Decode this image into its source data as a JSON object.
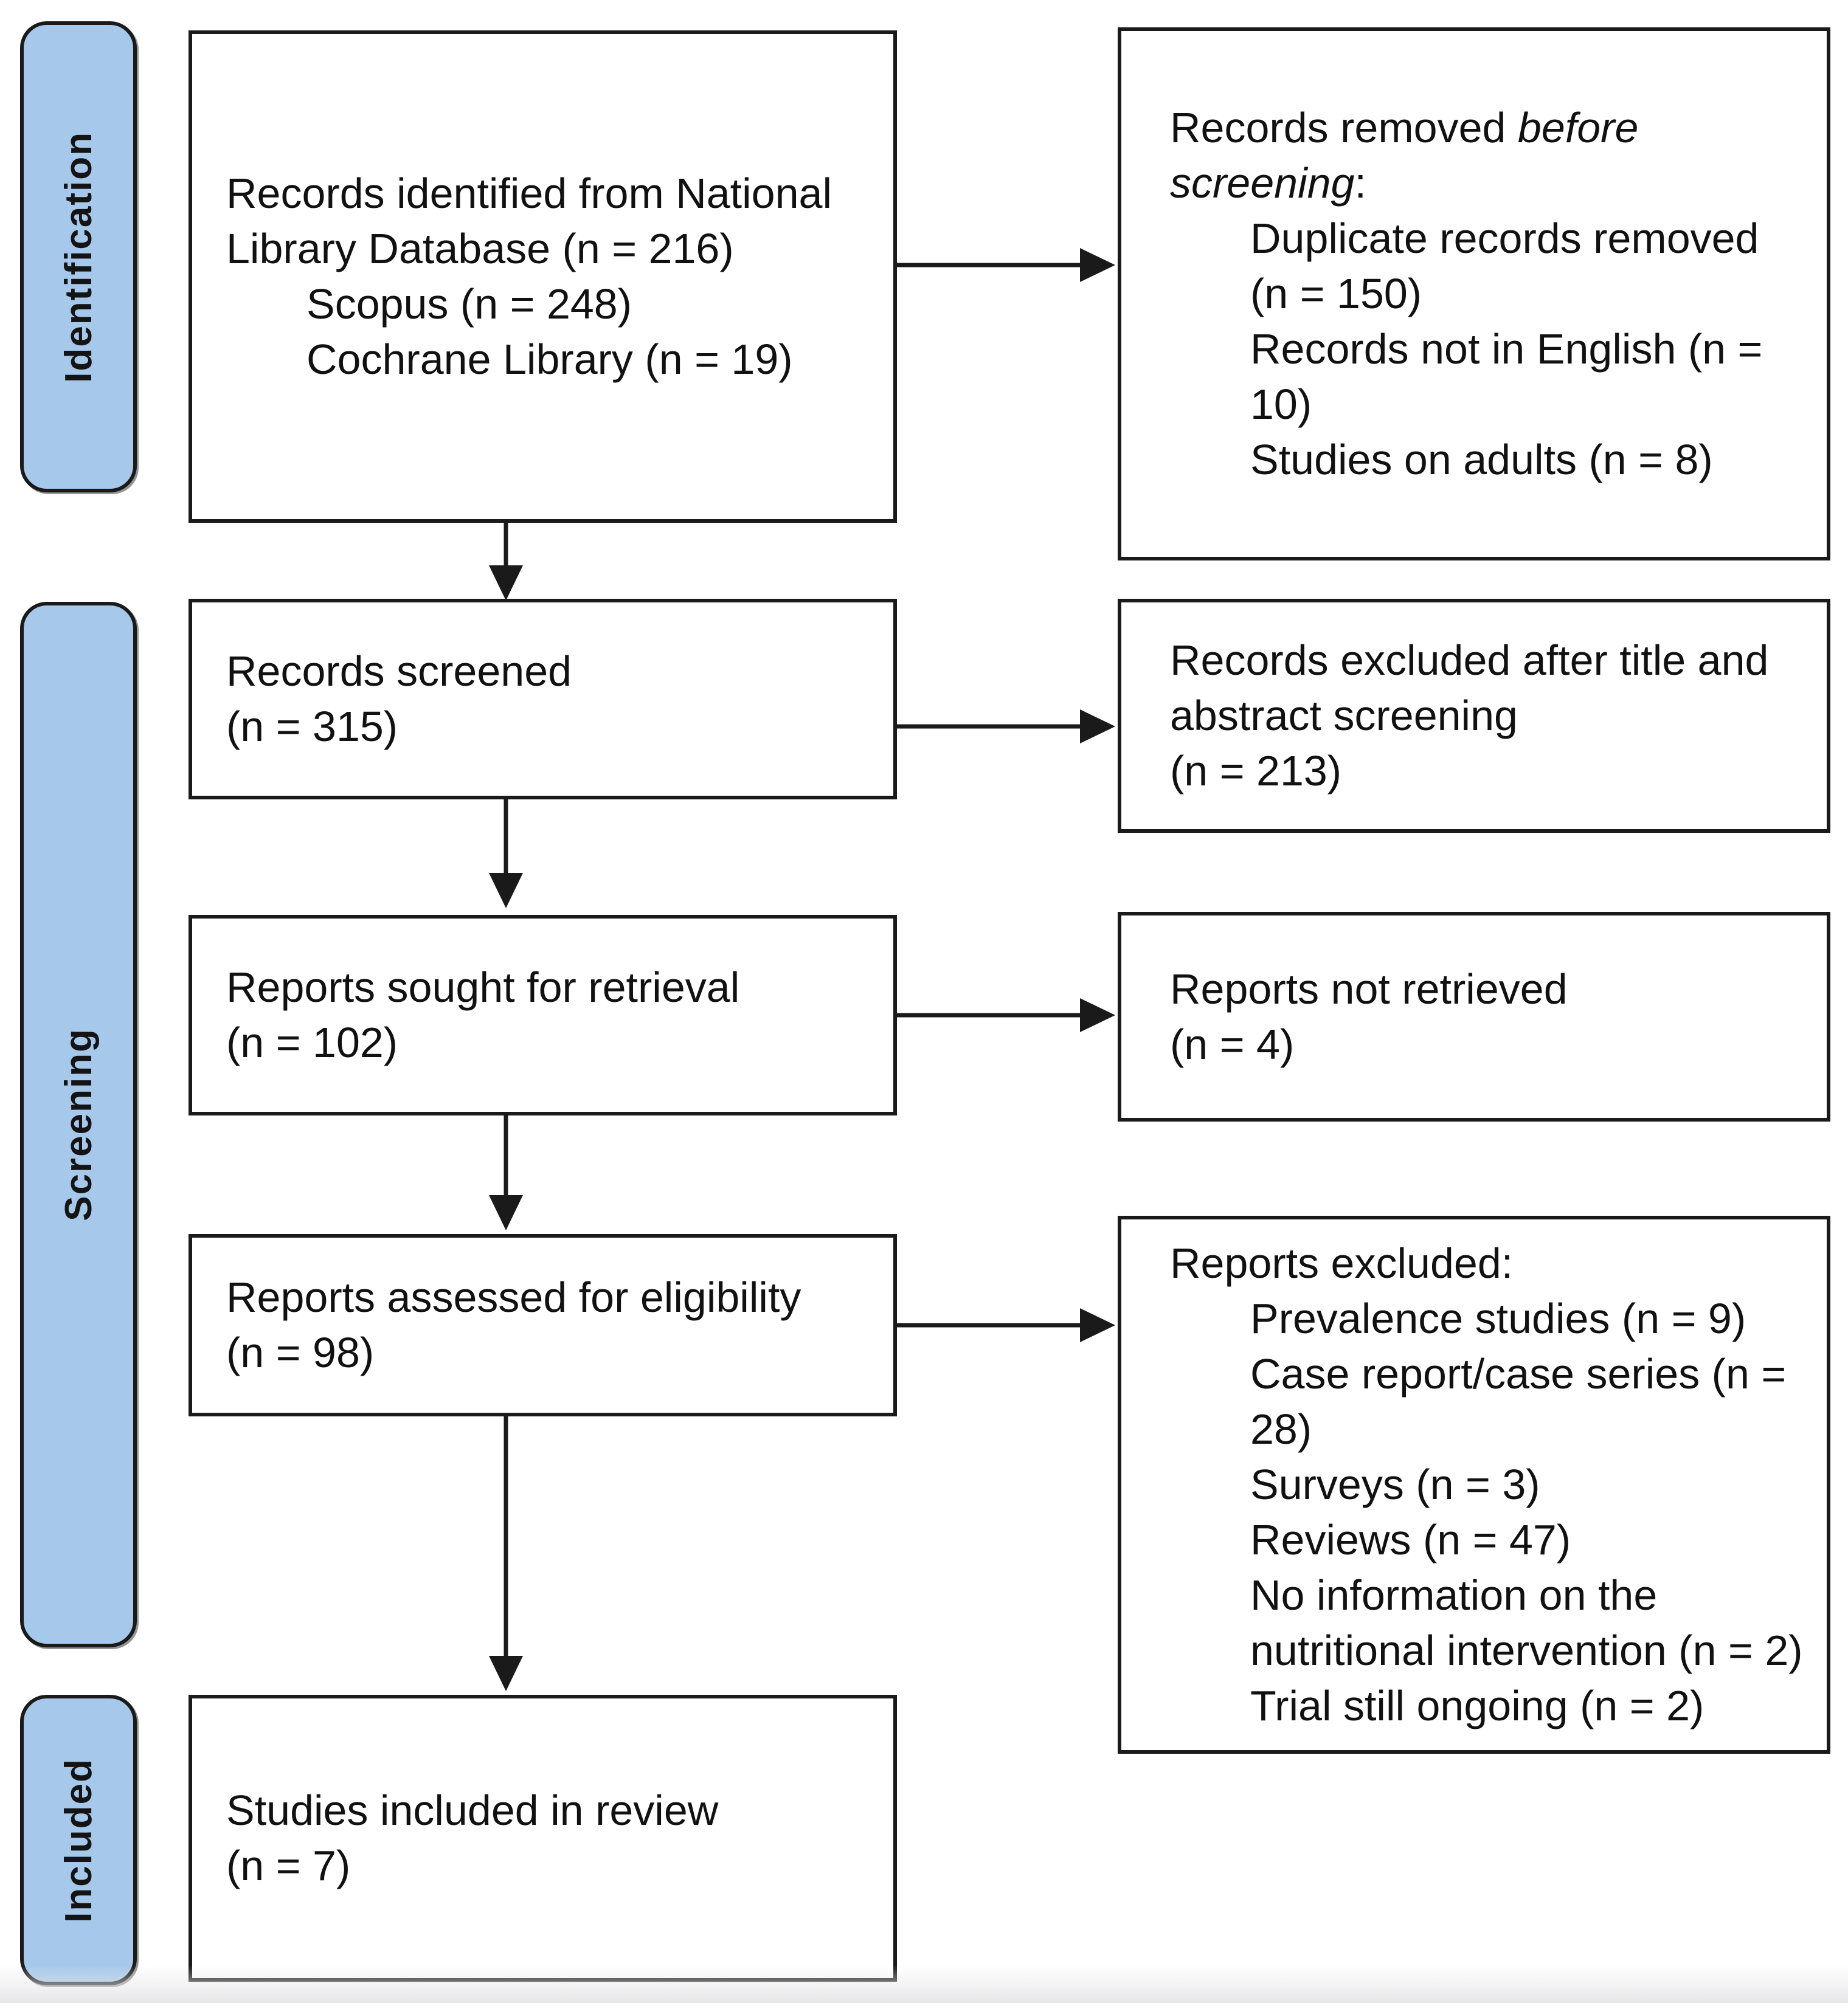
{
  "stages": {
    "identification": "Identification",
    "screening": "Screening",
    "included": "Included"
  },
  "boxes": {
    "identified": {
      "line1": "Records identified from National",
      "line2": "Library Database (n = 216)",
      "item1": "Scopus (n = 248)",
      "item2": "Cochrane Library (n = 19)"
    },
    "removed": {
      "line1_normal": "Records removed ",
      "line1_italic": "before",
      "line2_italic": "screening",
      "line2_normal": ":",
      "item1_line1": "Duplicate records removed",
      "item1_line2": "(n = 150)",
      "item2_line1": "Records not in English (n =",
      "item2_line2": "10)",
      "item3": "Studies on adults (n = 8)"
    },
    "screened": {
      "line1": "Records screened",
      "line2": "(n = 315)"
    },
    "excluded_title_abstract": {
      "line1": "Records excluded after title and",
      "line2": "abstract screening",
      "line3": "(n = 213)"
    },
    "sought": {
      "line1": "Reports sought for retrieval",
      "line2": "(n = 102)"
    },
    "not_retrieved": {
      "line1": "Reports not retrieved",
      "line2": "(n = 4)"
    },
    "assessed": {
      "line1": "Reports assessed for eligibility",
      "line2": "(n = 98)"
    },
    "reports_excluded": {
      "header": "Reports excluded:",
      "item1": "Prevalence studies (n = 9)",
      "item2_line1": "Case report/case series (n =",
      "item2_line2": "28)",
      "item3": "Surveys (n = 3)",
      "item4": "Reviews (n = 47)",
      "item5_line1": "No information on the",
      "item5_line2": "nutritional intervention (n = 2)",
      "item6": "Trial still ongoing (n = 2)"
    },
    "included_studies": {
      "line1": "Studies included in review",
      "line2": "(n = 7)"
    }
  },
  "colors": {
    "stage-fill": "#a6c8ea",
    "line-color": "#1a1a1a"
  }
}
